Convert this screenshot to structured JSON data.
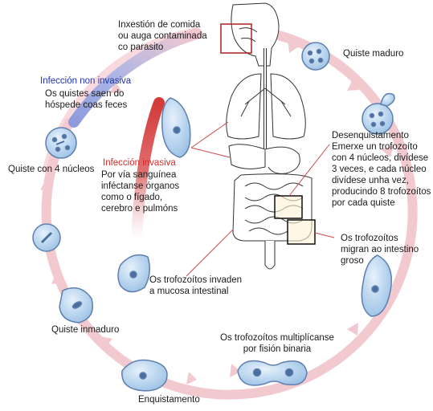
{
  "labels": {
    "ingestion": "Inxestión de comida\nou auga contaminada\nco parasito",
    "mature_cyst": "Quiste maduro",
    "excystation": "Desenquistamento\nEmerxe un trofozoíto\ncon 4 núcleos, divídese\n3 veces, e cada núcleo\ndivídese unha vez,\nproducindo 8 trofozoítos\npor cada quiste",
    "migration": "Os trofozoítos\nmigran ao intestino\ngroso",
    "fission": "Os trofozoítos multiplícanse\npor fisión binaria",
    "encystation": "Enquistamento",
    "immature_cyst": "Quiste inmaduro",
    "invade_mucosa": "Os trofozoítos invaden\na mucosa intestinal",
    "four_nuclei_cyst": "Quiste con 4 núcleos",
    "noninvasive_title": "Infección non invasiva",
    "noninvasive_text": "Os quistes saen do\nhóspede coas feces",
    "invasive_title": "Infección invasiva",
    "invasive_text": "Por vía sanguínea\ninféctanse órganos\ncomo o fígado,\ncerebro e pulmóns"
  },
  "colors": {
    "cycle_arrow": "#f3c9d0",
    "invasive_arrow": "#d43a3a",
    "noninvasive_arrow": "#aab4e6",
    "cell_fill": "#bcd8f0",
    "cell_stroke": "#5f7fae",
    "box_red": "#b02020",
    "leader": "#c94a4a"
  }
}
